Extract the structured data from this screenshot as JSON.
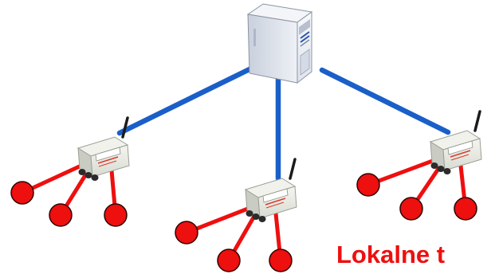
{
  "caption": {
    "text": "Lokalne t"
  },
  "colors": {
    "network_link": "#1a5fc8",
    "sensor": "#ee0f0f",
    "sensor_outline": "#2a0505",
    "caption": "#ee0f0f",
    "device_body": "#e6e8e1",
    "server_body": "#e9edf5"
  },
  "nodes": {
    "server": {
      "icon": "server-tower-icon"
    },
    "stations": [
      {
        "icon": "wireless-data-logger-icon",
        "sensor_count": 3
      },
      {
        "icon": "wireless-data-logger-icon",
        "sensor_count": 3
      },
      {
        "icon": "wireless-data-logger-icon",
        "sensor_count": 3
      }
    ]
  }
}
